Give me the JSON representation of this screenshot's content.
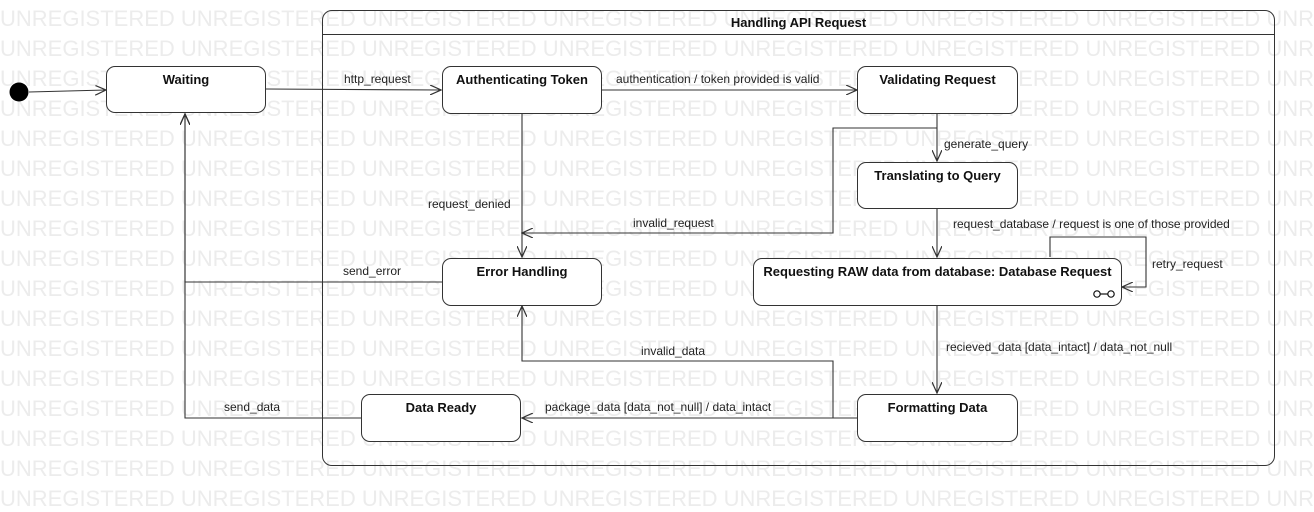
{
  "watermark": "UNREGISTERED UNREGISTERED UNREGISTERED UNREGISTERED UNREGISTERED UNREGISTERED UNREGISTERED UNREGISTERED",
  "composite": {
    "title": "Handling API Request"
  },
  "states": {
    "waiting": "Waiting",
    "authenticating": "Authenticating Token",
    "validating": "Validating Request",
    "translating": "Translating to Query",
    "requesting": "Requesting RAW data from database: Database Request",
    "error_handling": "Error Handling",
    "formatting": "Formatting Data",
    "data_ready": "Data Ready"
  },
  "transitions": {
    "http_request": "http_request",
    "authentication": "authentication / token provided is valid",
    "generate_query": "generate_query",
    "request_denied": "request_denied",
    "invalid_request": "invalid_request",
    "request_database": "request_database / request is one of those provided",
    "retry_request": "retry_request",
    "send_error": "send_error",
    "recieved_data": "recieved_data [data_intact] / data_not_null",
    "invalid_data": "invalid_data",
    "package_data": "package_data [data_not_null] / data_intact",
    "send_data": "send_data"
  },
  "icons": {
    "submachine": "submachine-icon",
    "initial": "initial-state-icon",
    "arrowhead": "arrowhead-icon"
  },
  "colors": {
    "line": "#333333",
    "watermark": "#ececec",
    "fill": "#ffffff"
  }
}
